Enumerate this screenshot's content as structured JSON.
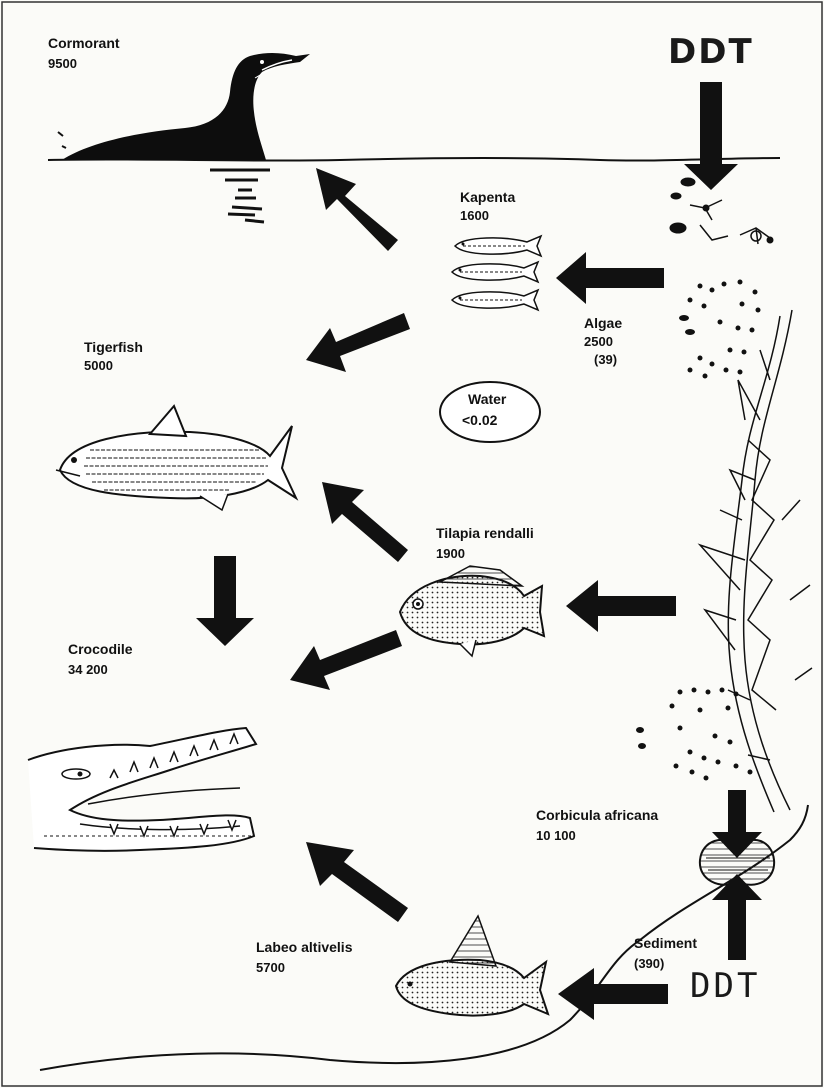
{
  "organisms": {
    "cormorant": {
      "name": "Cormorant",
      "value": "9500"
    },
    "kapenta": {
      "name": "Kapenta",
      "value": "1600"
    },
    "algae": {
      "name": "Algae",
      "value": "2500",
      "sub": "(39)"
    },
    "tigerfish": {
      "name": "Tigerfish",
      "value": "5000"
    },
    "tilapia": {
      "name": "Tilapia rendalli",
      "value": "1900"
    },
    "crocodile": {
      "name": "Crocodile",
      "value": "34 200"
    },
    "corbicula": {
      "name": "Corbicula africana",
      "value": "10 100"
    },
    "labeo": {
      "name": "Labeo altivelis",
      "value": "5700"
    }
  },
  "water": {
    "name": "Water",
    "value": "<0.02"
  },
  "sediment": {
    "name": "Sediment",
    "value": "(390)"
  },
  "sources": {
    "top": "DDT",
    "bottom": "DDT"
  },
  "colors": {
    "ink": "#111111",
    "paper": "#fbfbf8"
  }
}
